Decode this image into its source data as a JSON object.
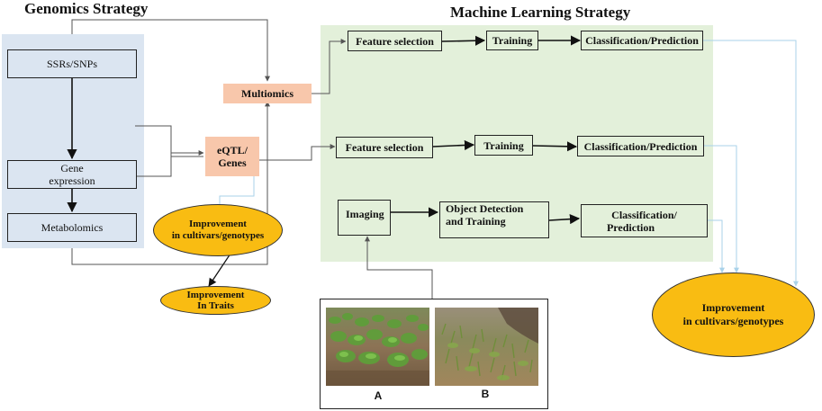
{
  "headings": {
    "genomics": "Genomics Strategy",
    "machine_learning": "Machine Learning Strategy"
  },
  "genomics_nodes": {
    "ssrs": "SSRs/SNPs",
    "gene_expression_1": "Gene",
    "gene_expression_2": "expression",
    "metabolomics": "Metabolomics"
  },
  "integration_nodes": {
    "multiomics": "Multiomics",
    "eqtl_1": "eQTL/",
    "eqtl_2": "Genes"
  },
  "pipeline_multiomics": {
    "feature_selection": "Feature selection",
    "training": "Training",
    "classification": "Classification/Prediction"
  },
  "pipeline_eqtl": {
    "feature_selection": "Feature selection",
    "training": "Training",
    "classification": "Classification/Prediction"
  },
  "pipeline_imaging": {
    "imaging": "Imaging",
    "object_detection_1": "Object Detection",
    "object_detection_2": "and Training",
    "classification_1": "Classification/",
    "classification_2": "Prediction"
  },
  "outcomes": {
    "genomics_1": "Improvement",
    "genomics_2": "in cultivars/genotypes",
    "traits_1": "Improvement",
    "traits_2": "In Traits",
    "final_1": "Improvement",
    "final_2": "in cultivars/genotypes"
  },
  "photos": {
    "label_a": "A",
    "label_b": "B"
  },
  "colors": {
    "genomics_panel": "#dbe5f1",
    "ml_panel": "#e3f0da",
    "integration_node": "#f8c7ab",
    "outcome_ellipse": "#f9bc12",
    "output_arrows": "#a9d2ea"
  }
}
